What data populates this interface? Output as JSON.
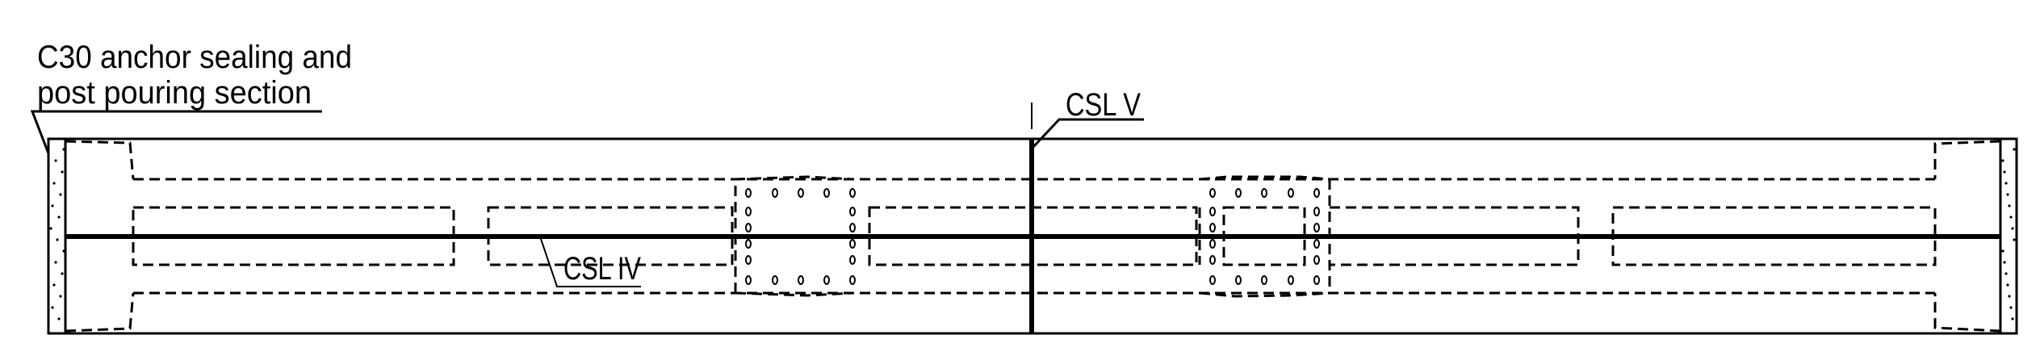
{
  "drawing": {
    "note_line1": "C30 anchor sealing and",
    "note_line2": "post pouring section",
    "section_a_label": "CSL IV",
    "section_b_label": "CSL V"
  }
}
